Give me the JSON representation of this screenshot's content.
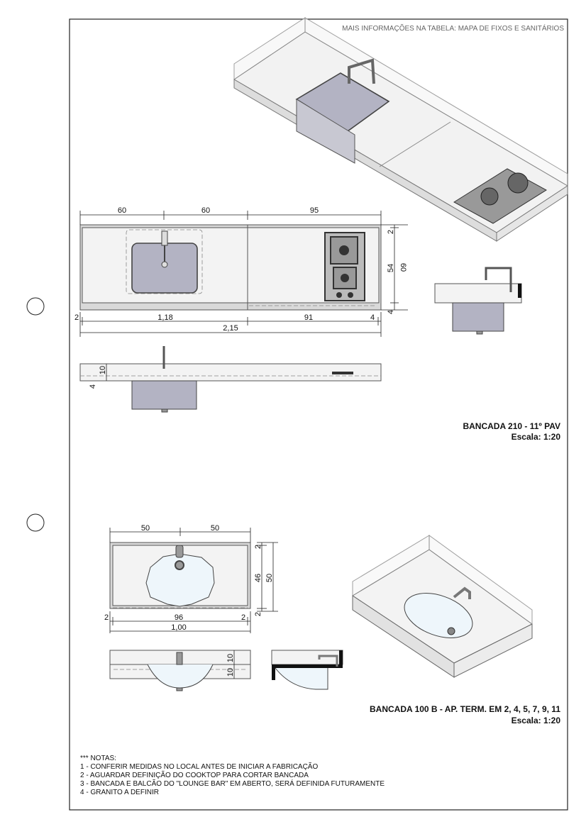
{
  "header_note": "MAIS INFORMAÇÕES NA TABELA: MAPA DE FIXOS E SANITÁRIOS",
  "bancada_210": {
    "title": "BANCADA 210 - 11º PAV",
    "scale": "Escala: 1:20",
    "dims_top": [
      "60",
      "60",
      "95"
    ],
    "dims_bottom": [
      "2",
      "1,18",
      "91",
      "4"
    ],
    "dim_total": "2,15",
    "dims_right": [
      "2",
      "54",
      "4"
    ],
    "dim_depth": "60",
    "dims_elev": [
      "10",
      "4"
    ]
  },
  "bancada_100b": {
    "title": "BANCADA 100 B - AP. TERM. EM 2, 4, 5, 7, 9, 11",
    "scale": "Escala: 1:20",
    "dims_top": [
      "50",
      "50"
    ],
    "dims_bottom": [
      "2",
      "96",
      "2"
    ],
    "dim_total": "1,00",
    "dims_right": [
      "2",
      "46",
      "2"
    ],
    "dim_depth": "50",
    "dims_elev": [
      "10",
      "10"
    ]
  },
  "notes": {
    "heading": "*** NOTAS:",
    "items": [
      "1 - CONFERIR MEDIDAS NO LOCAL ANTES DE INICIAR A FABRICAÇÃO",
      "2 - AGUARDAR DEFINIÇÃO DO COOKTOP PARA CORTAR BANCADA",
      "3 - BANCADA E BALCÃO DO \"LOUNGE BAR\" EM ABERTO, SERÁ DEFINIDA FUTURAMENTE",
      "4 - GRANITO A DEFINIR"
    ]
  }
}
